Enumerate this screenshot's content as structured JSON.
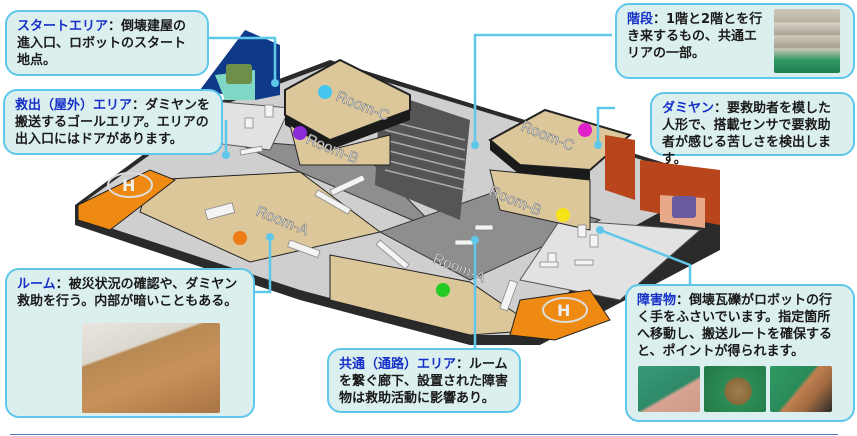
{
  "callouts": {
    "start": {
      "title": "スタートエリア",
      "body": "：倒壊建屋の進入口、ロボットのスタート地点。"
    },
    "rescue": {
      "title": "救出（屋外）エリア",
      "body": "：ダミヤンを搬送するゴールエリア。エリアの出入口にはドアがあります。"
    },
    "stairs": {
      "title": "階段",
      "body": "：1階と2階とを行き来するもの、共通エリアの一部。"
    },
    "dummy": {
      "title": "ダミヤン",
      "body": "：要救助者を模した人形で、搭載センサで要救助者が感じる苦しさを検出します。"
    },
    "room": {
      "title": "ルーム",
      "body": "：被災状況の確認や、ダミヤン救助を行う。内部が暗いこともある。"
    },
    "common": {
      "title": "共通（通路）エリア",
      "body": "：ルームを繋ぐ廊下、設置された障害物は救助活動に影響あり。"
    },
    "obstacle": {
      "title": "障害物",
      "body": "：倒壊瓦礫がロボットの行く手をふさいでいます。指定箇所へ移動し、搬送ルートを確保すると、ポイントが得られます。"
    }
  },
  "field": {
    "room_labels": {
      "room_c_left": "Room-C",
      "room_b_left": "Room-B",
      "room_a_left": "Room-A",
      "room_c_right": "Room-C",
      "room_b_right": "Room-B",
      "room_a_right": "Room-A"
    },
    "helipad_symbol": "H",
    "colors": {
      "callout_bg": "#dcefef",
      "callout_border": "#5fc7ea",
      "title_blue": "#1530c8",
      "start_wall": "#0f3a8a",
      "rescue_orange": "#ee8a12",
      "door_wall": "#b8451c",
      "room_floor": "#dbc79a",
      "corridor_dark": "#8e8e8e",
      "corridor_light": "#d8d8d8",
      "dummy_cyan": "#44c6ee",
      "dummy_purple": "#8a2bd8",
      "dummy_orange": "#f07c18",
      "dummy_magenta": "#e020c8",
      "dummy_yellow": "#f6e418",
      "dummy_green": "#22cc22"
    }
  }
}
